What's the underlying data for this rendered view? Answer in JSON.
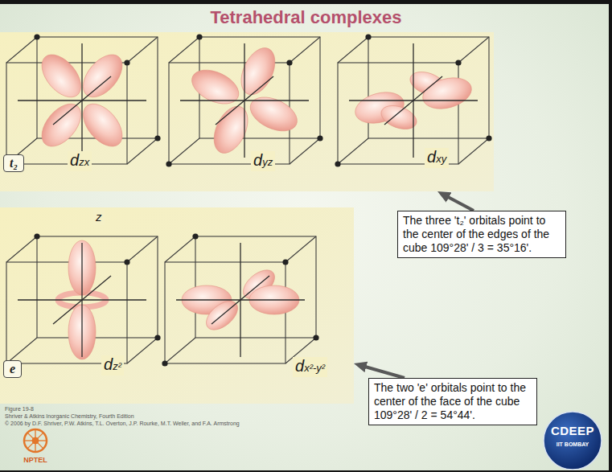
{
  "diagram": {
    "title": "Tetrahedral complexes",
    "nodes": [
      {
        "text": [
          "dzx",
          "dyz",
          "dxy"
        ]
      },
      {
        "text": [
          "t₂"
        ],
        "in": 0
      },
      {
        "text": [
          "z",
          "dz²",
          "dx²-y²"
        ]
      },
      {
        "text": [
          "e"
        ],
        "in": 2
      },
      {
        "text": [
          "The three 't₂' orbitals point to the center of the edges of the cube 109°28' / 3 = 35°16'."
        ]
      },
      {
        "text": [
          "The two 'e' orbitals point to the center of the face of the cube 109°28' / 2 = 54°44'."
        ]
      }
    ],
    "edges": [
      {
        "from": 4,
        "to": 0,
        "arrow": "to"
      },
      {
        "from": 5,
        "to": 2,
        "arrow": "to"
      }
    ],
    "labels": [
      "Figure 19-8",
      "Shriver & Atkins Inorganic Chemistry, Fourth Edition",
      "© 2006 by D.F. Shriver, P.W. Atkins, T.L. Overton, J.P. Rourke, M.T. Weller, and F.A. Armstrong",
      "NPTEL",
      "CDEEP",
      "IIT BOMBAY"
    ]
  }
}
